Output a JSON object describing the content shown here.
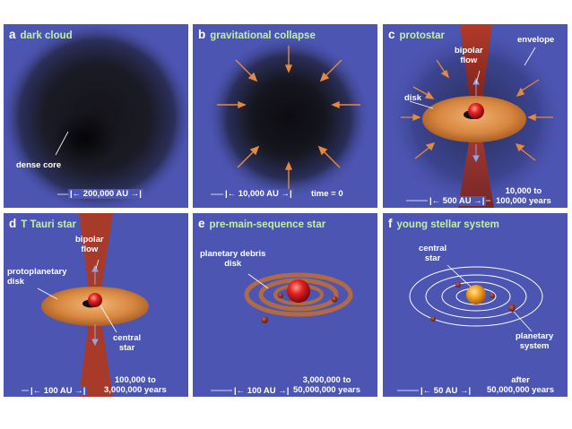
{
  "panels": [
    {
      "letter": "a",
      "title": "dark cloud",
      "labels": {
        "dense_core": "dense core"
      },
      "scale": "200,000 AU"
    },
    {
      "letter": "b",
      "title": "gravitational collapse",
      "scale": "10,000 AU",
      "time": "time = 0"
    },
    {
      "letter": "c",
      "title": "protostar",
      "labels": {
        "bipolar_flow": [
          "bipolar",
          "flow"
        ],
        "envelope": "envelope",
        "disk": "disk"
      },
      "scale": "500 AU",
      "age": [
        "10,000 to",
        "100,000 years"
      ]
    },
    {
      "letter": "d",
      "title": "T Tauri star",
      "labels": {
        "bipolar_flow": [
          "bipolar",
          "flow"
        ],
        "protoplanetary_disk": [
          "protoplanetary",
          "disk"
        ],
        "central_star": [
          "central",
          "star"
        ]
      },
      "scale": "100 AU",
      "age": [
        "100,000 to",
        "3,000,000 years"
      ]
    },
    {
      "letter": "e",
      "title": "pre-main-sequence star",
      "labels": {
        "planetary_debris_disk": [
          "planetary debris",
          "disk"
        ]
      },
      "scale": "100 AU",
      "age": [
        "3,000,000 to",
        "50,000,000 years"
      ]
    },
    {
      "letter": "f",
      "title": "young stellar system",
      "labels": {
        "central_star": [
          "central",
          "star"
        ],
        "planetary_system": [
          "planetary",
          "system"
        ]
      },
      "scale": "50 AU",
      "age": [
        "after",
        "50,000,000 years"
      ]
    }
  ],
  "colors": {
    "background": "#4c55b2",
    "title": "#bff0a8",
    "arrow": "#e6893c",
    "disk": "#d7863f",
    "star_red": "#d81818",
    "star_yellow": "#f0a020",
    "jet": "#a83a2a"
  }
}
